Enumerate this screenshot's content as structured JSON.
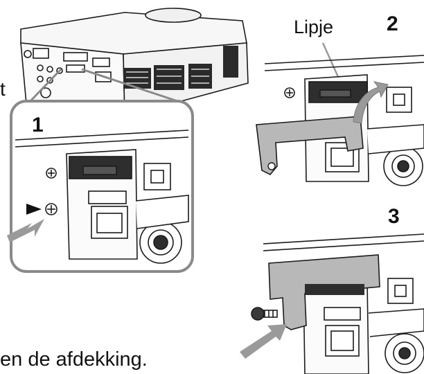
{
  "labels": {
    "tab": "Lipje",
    "partial_left": "t",
    "caption": "en de afdekking."
  },
  "steps": [
    "1",
    "2",
    "3"
  ],
  "colors": {
    "line": "#1a1a1a",
    "cover_fill": "#b8b8b8",
    "port_dark": "#2e2e2e",
    "arrow_fill": "#9a9a9a",
    "callout_stroke": "#8a8a8a"
  },
  "icons": [
    "screw-icon",
    "arrow-icon",
    "pointer-triangle-icon"
  ]
}
